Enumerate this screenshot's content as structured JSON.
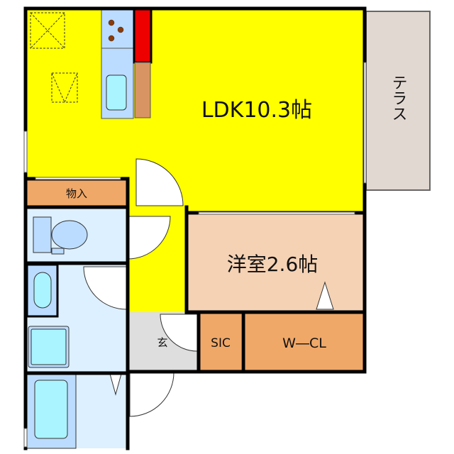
{
  "rooms": {
    "ldk": "LDK10.3帖",
    "terrace": "テラス",
    "storage": "物入",
    "western_room": "洋室2.6帖",
    "entrance": "玄",
    "sic": "SIC",
    "wcl": "W―CL"
  },
  "colors": {
    "ldk": "#ffff00",
    "western_room": "#f5d2b4",
    "storage": "#f0a868",
    "wet_area": "#ddf0ff",
    "fixture": "#bcdcff",
    "water": "#aaf4ff",
    "entrance": "#dedede",
    "terrace": "#e2d8d2",
    "fridge": "#ee0000",
    "counter": "#d99464"
  }
}
